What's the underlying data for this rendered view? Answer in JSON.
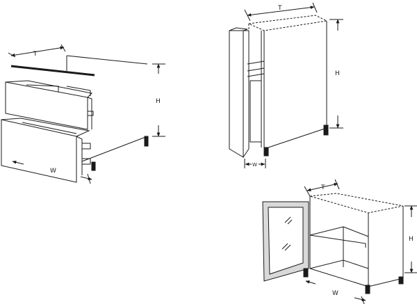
{
  "figures": [
    {
      "name": "drawer-base-cabinet",
      "labels": {
        "depth": "T",
        "height": "H",
        "width": "W"
      }
    },
    {
      "name": "pull-out-cabinet",
      "labels": {
        "depth": "T",
        "height": "H",
        "width": "W"
      }
    },
    {
      "name": "glass-door-cabinet",
      "labels": {
        "depth": "T",
        "height": "H",
        "width": "W"
      }
    }
  ],
  "colors": {
    "line": "#1a1a1a",
    "glass": "#ffffff",
    "foot": "#1a1a1a",
    "door-frame": "#d9d9d9"
  }
}
